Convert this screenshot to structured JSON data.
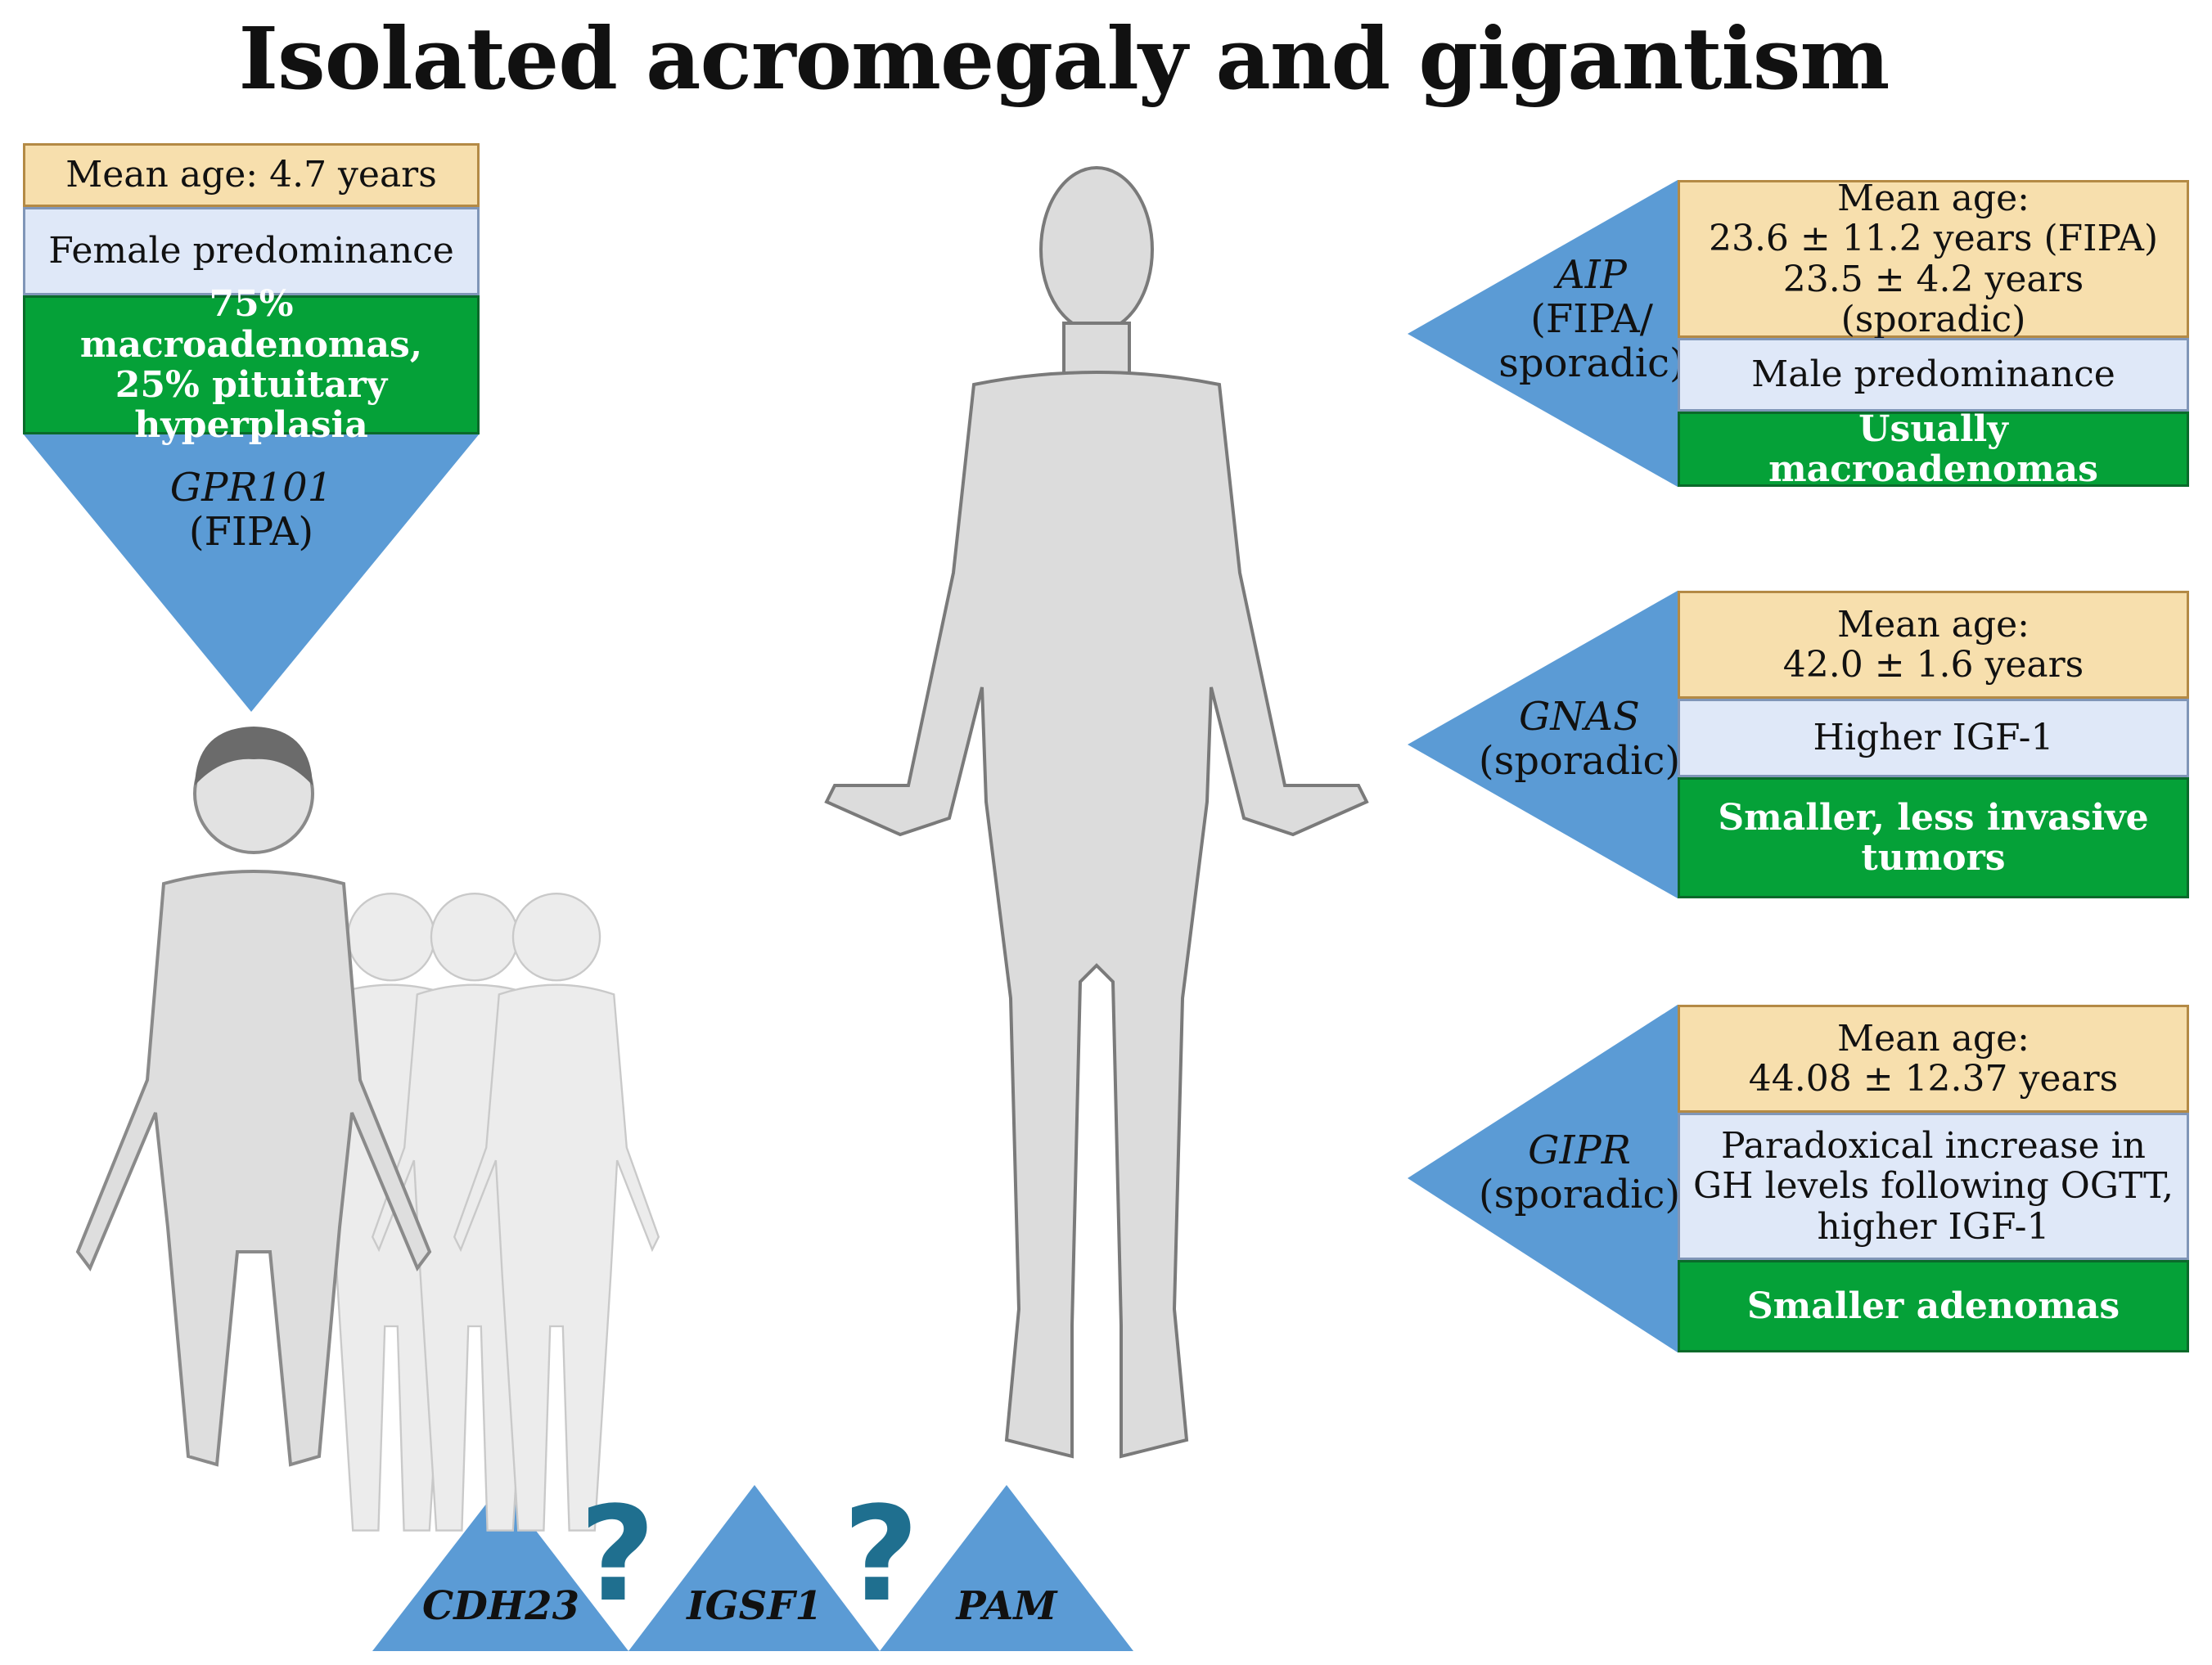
{
  "title": "Isolated acromegaly and gigantism",
  "colors": {
    "triangle": "#5b9bd5",
    "age_box": "#f7dfad",
    "feature_box": "#dfe8f8",
    "tumor_box": "#05a138",
    "question_mark": "#1f6f8f"
  },
  "gpr101": {
    "gene": "GPR101",
    "source": "(FIPA)",
    "age": "Mean age: 4.7 years",
    "feature": "Female predominance",
    "tumor_line1": "75% macroadenomas,",
    "tumor_line2": "25% pituitary",
    "tumor_line3": "hyperplasia"
  },
  "aip": {
    "gene": "AIP",
    "source_line1": "(FIPA/",
    "source_line2": "sporadic)",
    "age_line1": "Mean age:",
    "age_line2": "23.6 ± 11.2 years (FIPA)",
    "age_line3": "23.5 ± 4.2 years (sporadic)",
    "feature": "Male predominance",
    "tumor": "Usually macroadenomas"
  },
  "gnas": {
    "gene": "GNAS",
    "source": "(sporadic)",
    "age_line1": "Mean age:",
    "age_line2": "42.0 ± 1.6 years",
    "feature": "Higher IGF-1",
    "tumor_line1": "Smaller, less invasive",
    "tumor_line2": "tumors"
  },
  "gipr": {
    "gene": "GIPR",
    "source": "(sporadic)",
    "age_line1": "Mean age:",
    "age_line2": "44.08 ± 12.37 years",
    "feature_line1": "Paradoxical increase in",
    "feature_line2": "GH levels following OGTT,",
    "feature_line3": "higher IGF-1",
    "tumor": "Smaller adenomas"
  },
  "candidates": {
    "cdh23": "CDH23",
    "igsf1": "IGSF1",
    "pam": "PAM",
    "q1": "?",
    "q2": "?"
  },
  "icons": [
    "child-figure-icon",
    "adult-figure-icon",
    "question-mark-icon"
  ]
}
